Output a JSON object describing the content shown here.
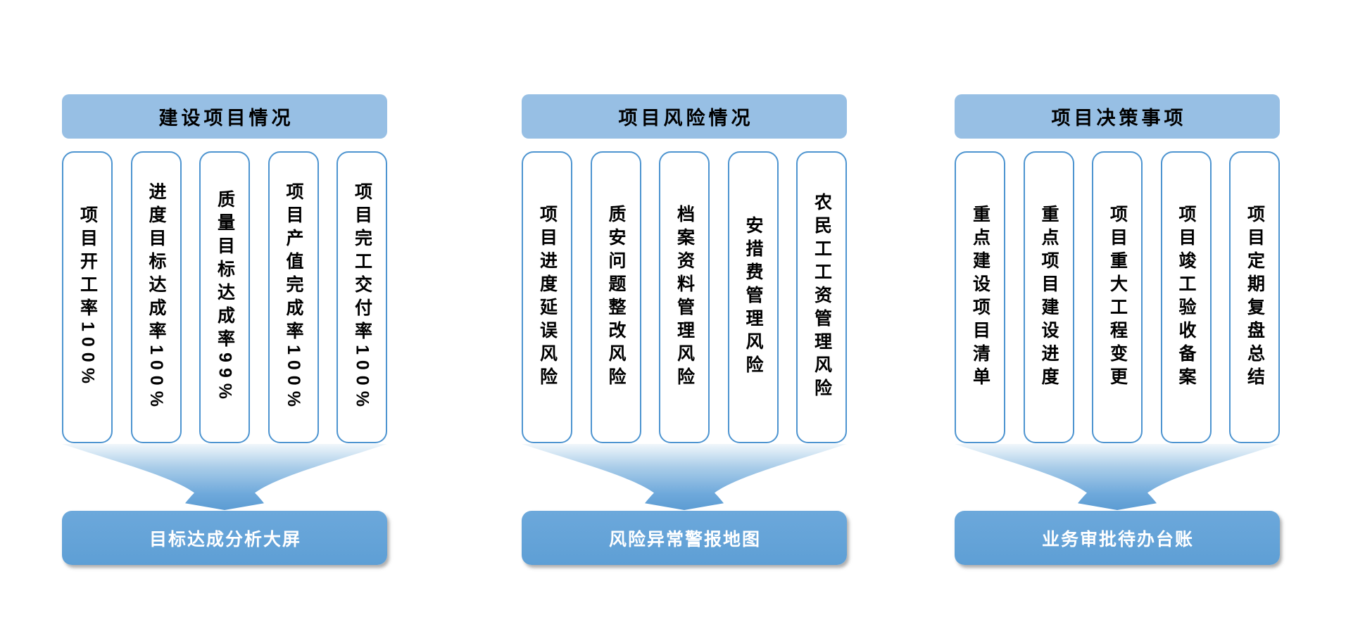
{
  "columns": [
    {
      "header": "建设项目情况",
      "cards": [
        "项目开工率100%",
        "进度目标达成率100%",
        "质量目标达成率99%",
        "项目产值完成率100%",
        "项目完工交付率100%"
      ],
      "footer": "目标达成分析大屏"
    },
    {
      "header": "项目风险情况",
      "cards": [
        "项目进度延误风险",
        "质安问题整改风险",
        "档案资料管理风险",
        "安措费管理风险",
        "农民工工资管理风险"
      ],
      "footer": "风险异常警报地图"
    },
    {
      "header": "项目决策事项",
      "cards": [
        "重点建设项目清单",
        "重点项目建设进度",
        "项目重大工程变更",
        "项目竣工验收备案",
        "项目定期复盘总结"
      ],
      "footer": "业务审批待办台账"
    }
  ],
  "colors": {
    "header_bg": "#97BFE4",
    "card_border": "#4D94D0",
    "card_bg": "#FFFFFF",
    "footer_bg": "#63A3D8",
    "footer_text": "#FFFFFF",
    "text": "#000000",
    "funnel_top": "#F0F7FB",
    "funnel_mid": "#AACDE9",
    "funnel_bottom": "#5C9CD3",
    "page_bg": "#FFFFFF"
  }
}
